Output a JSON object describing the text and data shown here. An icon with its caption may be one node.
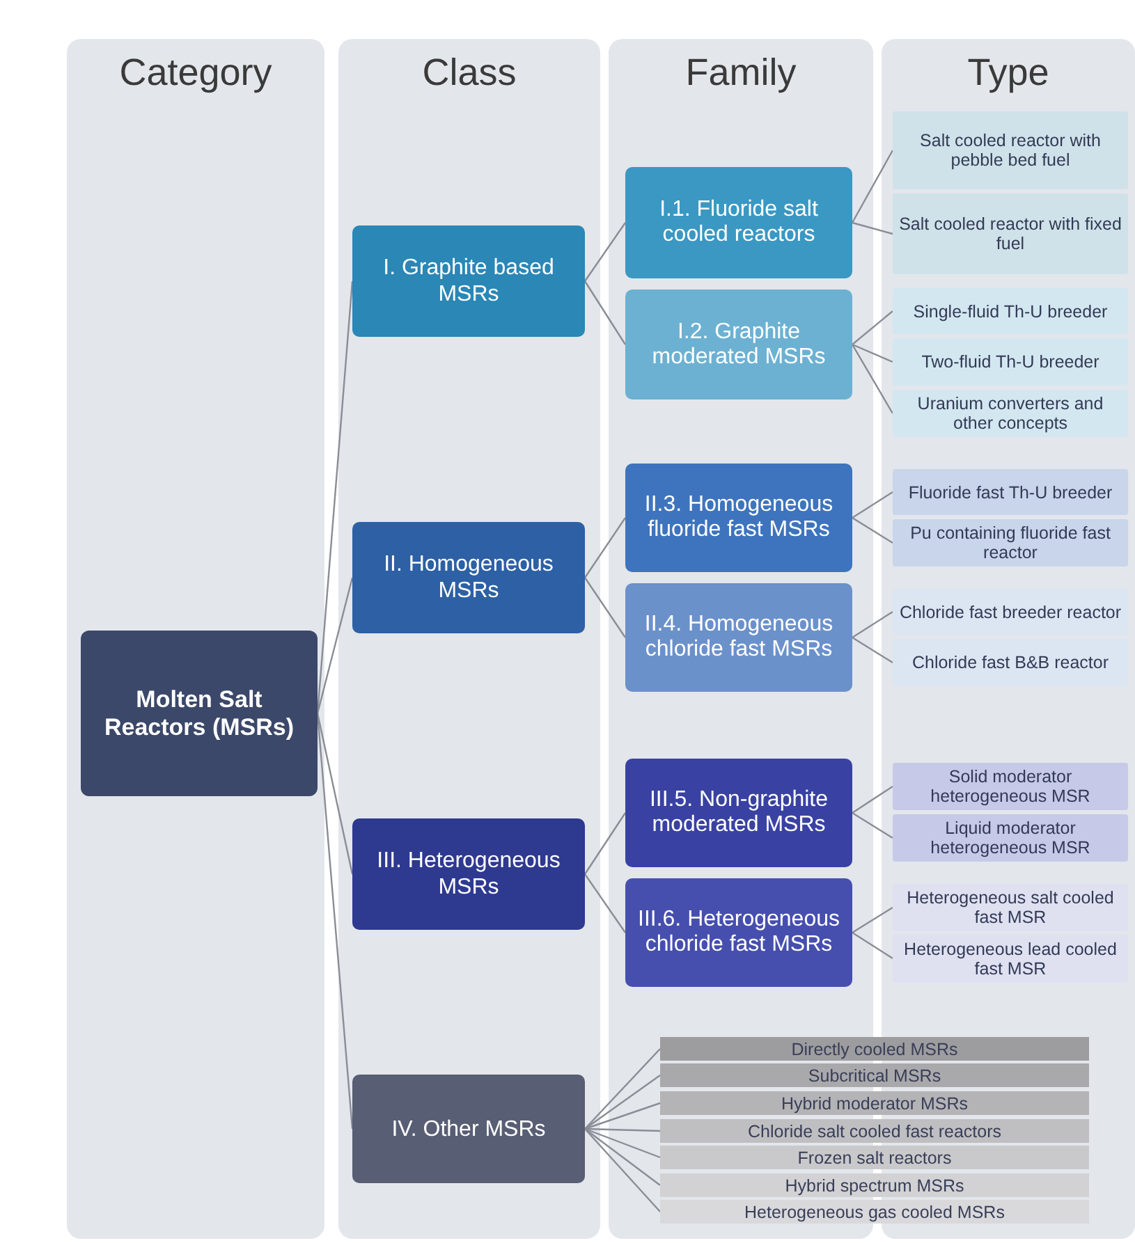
{
  "diagram": {
    "nodes": [
      {
        "text": [
          "Category"
        ]
      },
      {
        "text": [
          "Class"
        ]
      },
      {
        "text": [
          "Family"
        ]
      },
      {
        "text": [
          "Type"
        ]
      },
      {
        "text": [
          "Molten Salt Reactors (MSRs)"
        ],
        "in": 0
      },
      {
        "text": [
          "I. Graphite based MSRs"
        ],
        "in": 1
      },
      {
        "text": [
          "I.1. Fluoride salt cooled reactors"
        ],
        "in": 2
      },
      {
        "text": [
          "Salt cooled reactor with pebble bed fuel"
        ],
        "in": 3
      },
      {
        "text": [
          "Salt cooled reactor with fixed fuel"
        ],
        "in": 3
      },
      {
        "text": [
          "I.2. Graphite moderated MSRs"
        ],
        "in": 2
      },
      {
        "text": [
          "Single-fluid Th-U breeder"
        ],
        "in": 3
      },
      {
        "text": [
          "Two-fluid Th-U breeder"
        ],
        "in": 3
      },
      {
        "text": [
          "Uranium converters and other concepts"
        ],
        "in": 3
      },
      {
        "text": [
          "II. Homogeneous MSRs"
        ],
        "in": 1
      },
      {
        "text": [
          "II.3. Homogeneous fluoride fast MSRs"
        ],
        "in": 2
      },
      {
        "text": [
          "Fluoride fast Th-U breeder"
        ],
        "in": 3
      },
      {
        "text": [
          "Pu containing fluoride fast reactor"
        ],
        "in": 3
      },
      {
        "text": [
          "II.4. Homogeneous chloride fast MSRs"
        ],
        "in": 2
      },
      {
        "text": [
          "Chloride fast breeder reactor"
        ],
        "in": 3
      },
      {
        "text": [
          "Chloride fast B&B reactor"
        ],
        "in": 3
      },
      {
        "text": [
          "III. Heterogeneous MSRs"
        ],
        "in": 1
      },
      {
        "text": [
          "III.5. Non-graphite moderated MSRs"
        ],
        "in": 2
      },
      {
        "text": [
          "Solid moderator heterogeneous MSR"
        ],
        "in": 3
      },
      {
        "text": [
          "Liquid moderator heterogeneous MSR"
        ],
        "in": 3
      },
      {
        "text": [
          "III.6. Heterogeneous chloride fast MSRs"
        ],
        "in": 2
      },
      {
        "text": [
          "Heterogeneous salt cooled fast MSR"
        ],
        "in": 3
      },
      {
        "text": [
          "Heterogeneous lead cooled fast MSR"
        ],
        "in": 3
      },
      {
        "text": [
          "IV. Other MSRs"
        ],
        "in": 1
      },
      {
        "text": [
          "Directly cooled MSRs"
        ]
      },
      {
        "text": [
          "Subcritical MSRs"
        ]
      },
      {
        "text": [
          "Hybrid moderator MSRs"
        ]
      },
      {
        "text": [
          "Chloride salt cooled fast reactors"
        ]
      },
      {
        "text": [
          "Frozen salt reactors"
        ]
      },
      {
        "text": [
          "Hybrid spectrum MSRs"
        ]
      },
      {
        "text": [
          "Heterogeneous gas cooled MSRs"
        ]
      }
    ],
    "edges": [
      {
        "from": 4,
        "to": 5,
        "arrow": "none"
      },
      {
        "from": 4,
        "to": 13,
        "arrow": "none"
      },
      {
        "from": 4,
        "to": 20,
        "arrow": "none"
      },
      {
        "from": 4,
        "to": 27,
        "arrow": "none"
      },
      {
        "from": 5,
        "to": 6,
        "arrow": "none"
      },
      {
        "from": 5,
        "to": 9,
        "arrow": "none"
      },
      {
        "from": 6,
        "to": 7,
        "arrow": "none"
      },
      {
        "from": 6,
        "to": 8,
        "arrow": "none"
      },
      {
        "from": 9,
        "to": 10,
        "arrow": "none"
      },
      {
        "from": 9,
        "to": 11,
        "arrow": "none"
      },
      {
        "from": 9,
        "to": 12,
        "arrow": "none"
      },
      {
        "from": 13,
        "to": 14,
        "arrow": "none"
      },
      {
        "from": 13,
        "to": 17,
        "arrow": "none"
      },
      {
        "from": 14,
        "to": 15,
        "arrow": "none"
      },
      {
        "from": 14,
        "to": 16,
        "arrow": "none"
      },
      {
        "from": 17,
        "to": 18,
        "arrow": "none"
      },
      {
        "from": 17,
        "to": 19,
        "arrow": "none"
      },
      {
        "from": 20,
        "to": 21,
        "arrow": "none"
      },
      {
        "from": 20,
        "to": 24,
        "arrow": "none"
      },
      {
        "from": 21,
        "to": 22,
        "arrow": "none"
      },
      {
        "from": 21,
        "to": 23,
        "arrow": "none"
      },
      {
        "from": 24,
        "to": 25,
        "arrow": "none"
      },
      {
        "from": 24,
        "to": 26,
        "arrow": "none"
      },
      {
        "from": 27,
        "to": 28,
        "arrow": "none"
      },
      {
        "from": 27,
        "to": 29,
        "arrow": "none"
      },
      {
        "from": 27,
        "to": 30,
        "arrow": "none"
      },
      {
        "from": 27,
        "to": 31,
        "arrow": "none"
      },
      {
        "from": 27,
        "to": 32,
        "arrow": "none"
      },
      {
        "from": 27,
        "to": 33,
        "arrow": "none"
      },
      {
        "from": 27,
        "to": 34,
        "arrow": "none"
      }
    ]
  }
}
